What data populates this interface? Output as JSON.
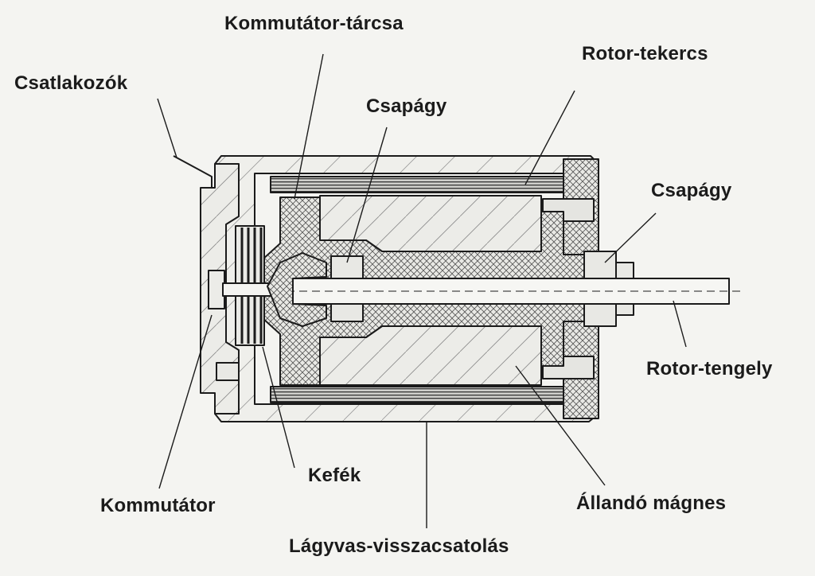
{
  "labels": {
    "commutator_disc": "Kommutátor-tárcsa",
    "connectors": "Csatlakozók",
    "rotor_winding": "Rotor-tekercs",
    "bearing_inner": "Csapágy",
    "bearing_outer": "Csapágy",
    "rotor_shaft": "Rotor-tengely",
    "brushes": "Kefék",
    "commutator": "Kommutátor",
    "permanent_magnet": "Állandó mágnes",
    "soft_iron_return": "Lágyvas-visszacsatolás"
  },
  "colors": {
    "background": "#f4f4f1",
    "ink": "#1b1b1b",
    "part_fill": "#e8e8e4",
    "hatch": "#6a6a6a"
  }
}
